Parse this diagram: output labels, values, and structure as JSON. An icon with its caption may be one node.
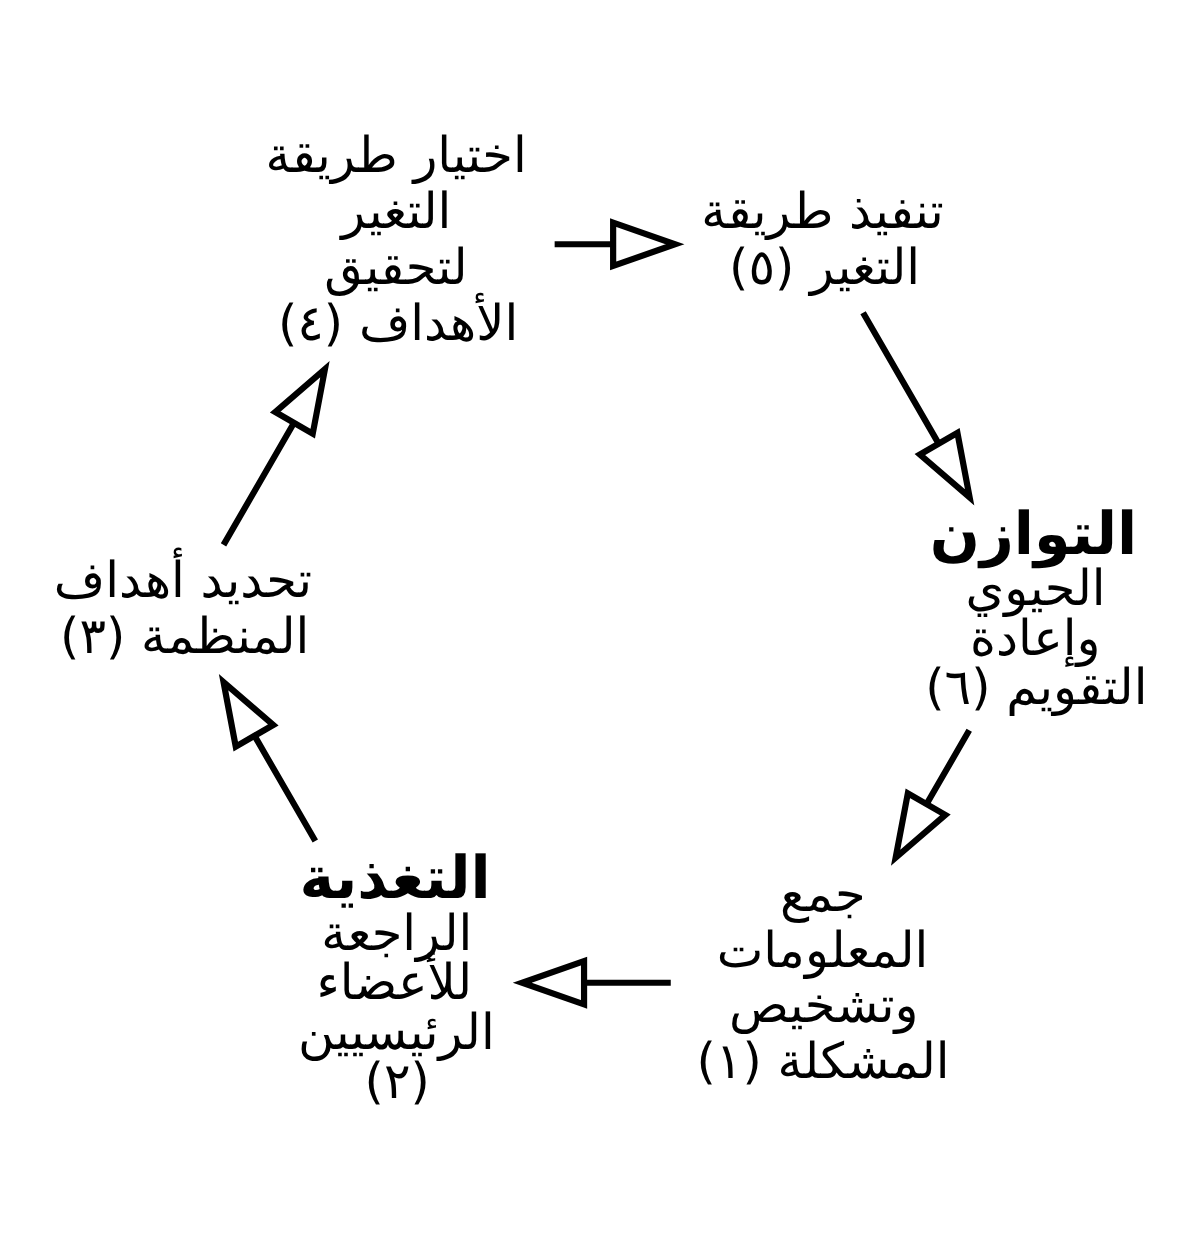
{
  "diagram": {
    "nodes": [
      {
        "text": [
          "جمع المعلومات وتشخيص المشكلة (١)"
        ]
      },
      {
        "text": [
          "التغذية",
          "الراجعة للأعضاء الرئيسيين (٢)"
        ]
      },
      {
        "text": [
          "تحديد أهداف المنظمة (٣)"
        ]
      },
      {
        "text": [
          "اختيار طريقة التغير لتحقيق الأهداف (٤)"
        ]
      },
      {
        "text": [
          "تنفيذ طريقة التغير (٥)"
        ]
      },
      {
        "text": [
          "التوازن",
          "الحيوي وإعادة التقويم (٦)"
        ]
      }
    ],
    "edges": [
      {
        "from": 0,
        "to": 1,
        "arrow": "to"
      },
      {
        "from": 1,
        "to": 2,
        "arrow": "to"
      },
      {
        "from": 2,
        "to": 3,
        "arrow": "to"
      },
      {
        "from": 3,
        "to": 4,
        "arrow": "to"
      },
      {
        "from": 4,
        "to": 5,
        "arrow": "to"
      },
      {
        "from": 5,
        "to": 0,
        "arrow": "to"
      }
    ]
  }
}
